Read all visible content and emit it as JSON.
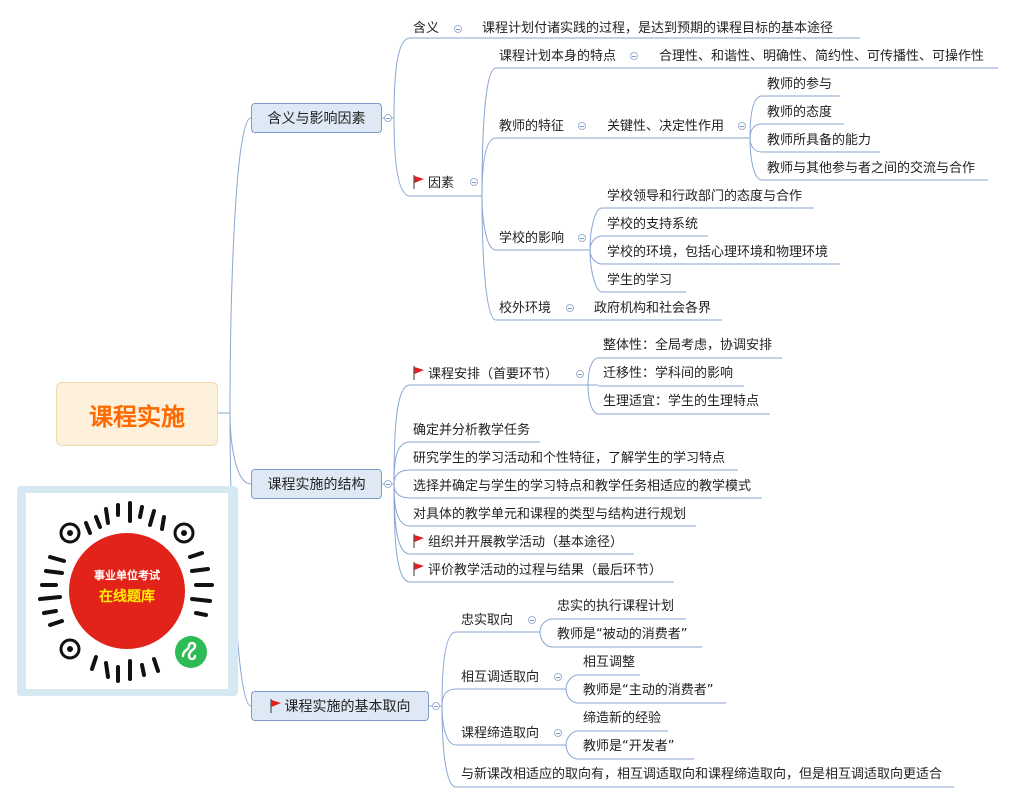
{
  "root": {
    "label": "课程实施"
  },
  "branch1": {
    "label": "含义与影响因素",
    "meaning": {
      "label": "含义",
      "detail": "课程计划付诸实践的过程，是达到预期的课程目标的基本途径"
    },
    "factors": {
      "label": "因素",
      "plan": {
        "label": "课程计划本身的特点",
        "detail": "合理性、和谐性、明确性、简约性、可传播性、可操作性"
      },
      "teacher": {
        "label": "教师的特征",
        "detail": "关键性、决定性作用",
        "items": [
          "教师的参与",
          "教师的态度",
          "教师所具备的能力",
          "教师与其他参与者之间的交流与合作"
        ]
      },
      "school": {
        "label": "学校的影响",
        "items": [
          "学校领导和行政部门的态度与合作",
          "学校的支持系统",
          "学校的环境，包括心理环境和物理环境",
          "学生的学习"
        ]
      },
      "outside": {
        "label": "校外环境",
        "detail": "政府机构和社会各界"
      }
    }
  },
  "branch2": {
    "label": "课程实施的结构",
    "arrange": {
      "label": "课程安排（首要环节）",
      "items": [
        "整体性：全局考虑，协调安排",
        "迁移性：学科间的影响",
        "生理适宜：学生的生理特点"
      ]
    },
    "steps": [
      "确定并分析教学任务",
      "研究学生的学习活动和个性特征，了解学生的学习特点",
      "选择并确定与学生的学习特点和教学任务相适应的教学模式",
      "对具体的教学单元和课程的类型与结构进行规划",
      "组织并开展教学活动（基本途径）",
      "评价教学活动的过程与结果（最后环节）"
    ]
  },
  "branch3": {
    "label": "课程实施的基本取向",
    "fidelity": {
      "label": "忠实取向",
      "items": [
        "忠实的执行课程计划",
        "教师是“被动的消费者”"
      ]
    },
    "mutual": {
      "label": "相互调适取向",
      "items": [
        "相互调整",
        "教师是“主动的消费者”"
      ]
    },
    "enact": {
      "label": "课程缔造取向",
      "items": [
        "缔造新的经验",
        "教师是“开发者”"
      ]
    },
    "note": "与新课改相适应的取向有，相互调适取向和课程缔造取向，但是相互调适取向更适合"
  },
  "qr": {
    "line1": "事业单位考试",
    "line2": "在线题库"
  },
  "colors": {
    "line": "#7d9ccc",
    "flag": "#e02020",
    "root_text": "#ff6a00",
    "root_bg": "#fdf1dc",
    "node_bg": "#dfe8f5"
  }
}
